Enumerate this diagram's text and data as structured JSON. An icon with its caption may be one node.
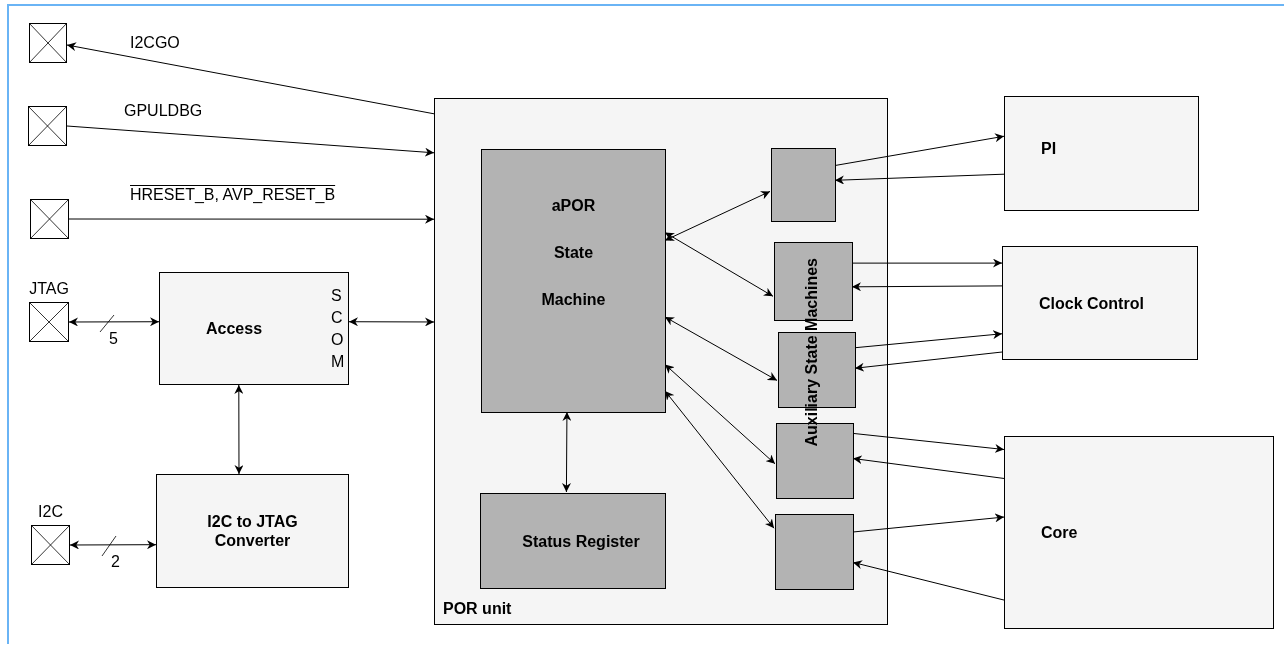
{
  "diagram": {
    "nodes": [
      {
        "text": [],
        "shape": "box"
      },
      {
        "text": [],
        "shape": "box"
      },
      {
        "text": [],
        "shape": "box"
      },
      {
        "text": [
          "JTAG"
        ]
      },
      {
        "text": [
          "I2C"
        ]
      },
      {
        "text": [
          "Access",
          "S C O M"
        ]
      },
      {
        "text": [
          "I2C to JTAG Converter"
        ]
      },
      {
        "text": [
          "POR unit"
        ]
      },
      {
        "text": [
          "aPOR",
          "State",
          "Machine"
        ],
        "in": 7
      },
      {
        "text": [
          "Status Register"
        ],
        "in": 7
      },
      {
        "text": [],
        "shape": "box",
        "in": 7
      },
      {
        "text": [],
        "shape": "box",
        "in": 7
      },
      {
        "text": [],
        "shape": "box",
        "in": 7
      },
      {
        "text": [],
        "shape": "box",
        "in": 7
      },
      {
        "text": [],
        "shape": "box",
        "in": 7
      },
      {
        "text": [
          "PI"
        ]
      },
      {
        "text": [
          "Clock Control"
        ]
      },
      {
        "text": [
          "Core"
        ]
      }
    ],
    "edges": [
      {
        "from": 7,
        "to": 0,
        "arrow": "to",
        "label": "I2CGO"
      },
      {
        "from": 1,
        "to": 7,
        "arrow": "to",
        "label": "GPULDBG"
      },
      {
        "from": 2,
        "to": 7,
        "arrow": "to",
        "label": "HRESET_B, AVP_RESET_B"
      },
      {
        "from": 3,
        "to": 5,
        "arrow": "both",
        "label": "5"
      },
      {
        "from": 4,
        "to": 6,
        "arrow": "both",
        "label": "2"
      },
      {
        "from": 5,
        "to": 7,
        "arrow": "both"
      },
      {
        "from": 5,
        "to": 6,
        "arrow": "both"
      },
      {
        "from": 8,
        "to": 9,
        "arrow": "both"
      },
      {
        "from": 8,
        "to": 10,
        "arrow": "both"
      },
      {
        "from": 8,
        "to": 11,
        "arrow": "both"
      },
      {
        "from": 8,
        "to": 12,
        "arrow": "both"
      },
      {
        "from": 8,
        "to": 13,
        "arrow": "both"
      },
      {
        "from": 8,
        "to": 14,
        "arrow": "both"
      },
      {
        "from": 10,
        "to": 15,
        "arrow": "to"
      },
      {
        "from": 15,
        "to": 10,
        "arrow": "to"
      },
      {
        "from": 11,
        "to": 16,
        "arrow": "to"
      },
      {
        "from": 16,
        "to": 11,
        "arrow": "to"
      },
      {
        "from": 12,
        "to": 16,
        "arrow": "to"
      },
      {
        "from": 16,
        "to": 12,
        "arrow": "to"
      },
      {
        "from": 13,
        "to": 17,
        "arrow": "to"
      },
      {
        "from": 17,
        "to": 13,
        "arrow": "to"
      },
      {
        "from": 14,
        "to": 17,
        "arrow": "to"
      },
      {
        "from": 17,
        "to": 14,
        "arrow": "to"
      }
    ],
    "labels": [
      "Auxiliary State Machines"
    ]
  }
}
